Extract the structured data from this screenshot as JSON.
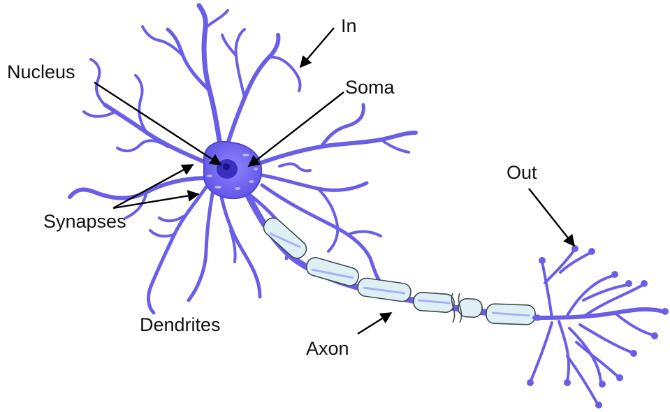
{
  "colors": {
    "neuron": "#6a5ee8",
    "neuron_dark": "#4b3fc8",
    "soma": "#6e63f0",
    "nucleus": "#3a2fc0",
    "myelin": "#dff0f4",
    "myelin_stroke": "#3c4a52"
  },
  "labels": {
    "in": "In",
    "nucleus": "Nucleus",
    "soma": "Soma",
    "out": "Out",
    "synapses": "Synapses",
    "dendrites": "Dendrites",
    "axon": "Axon"
  }
}
